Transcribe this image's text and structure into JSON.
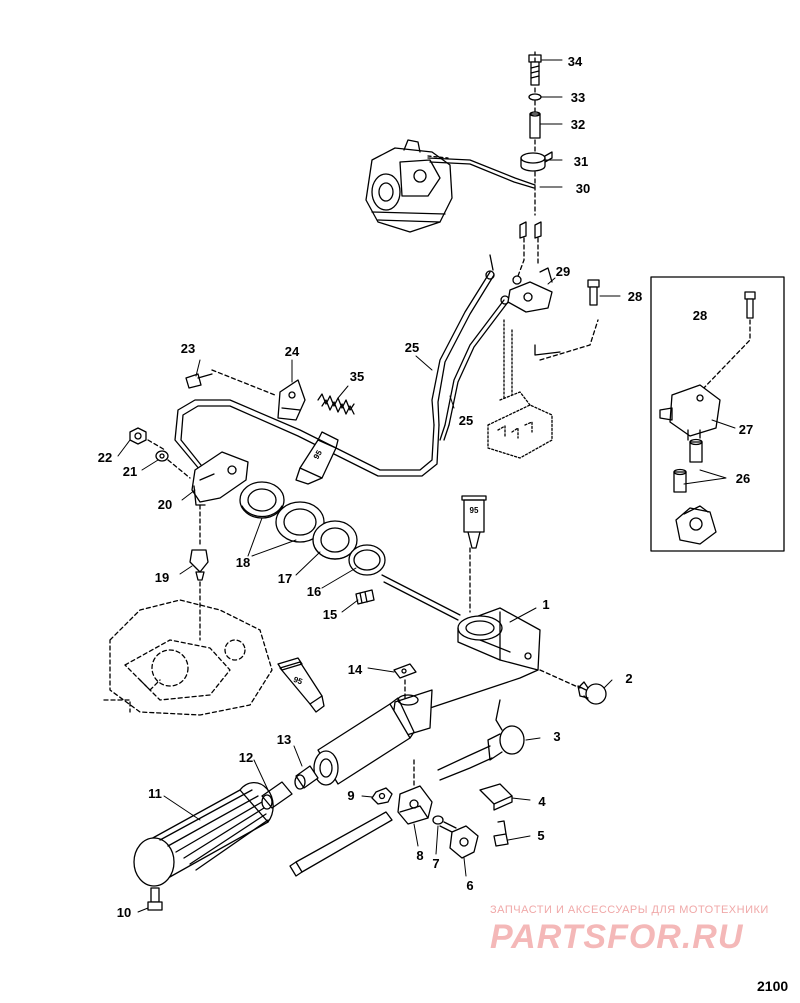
{
  "labels": {
    "p1": "1",
    "p2": "2",
    "p3": "3",
    "p4": "4",
    "p5": "5",
    "p6": "6",
    "p7": "7",
    "p8": "8",
    "p9": "9",
    "p10": "10",
    "p11": "11",
    "p12": "12",
    "p13": "13",
    "p14": "14",
    "p15": "15",
    "p16": "16",
    "p17": "17",
    "p18": "18",
    "p19": "19",
    "p20": "20",
    "p21": "21",
    "p22": "22",
    "p23": "23",
    "p24": "24",
    "p25a": "25",
    "p25b": "25",
    "p26": "26",
    "p27": "27",
    "p28a": "28",
    "p28b": "28",
    "p29": "29",
    "p30": "30",
    "p31": "31",
    "p32": "32",
    "p33": "33",
    "p34": "34",
    "p35": "35"
  },
  "lubricant_tag": "95",
  "watermark": {
    "tagline": "ЗАПЧАСТИ И АКСЕССУАРЫ ДЛЯ МОТОТЕХНИКИ",
    "brand": "PARTSFOR.RU"
  },
  "page_number": "2100"
}
